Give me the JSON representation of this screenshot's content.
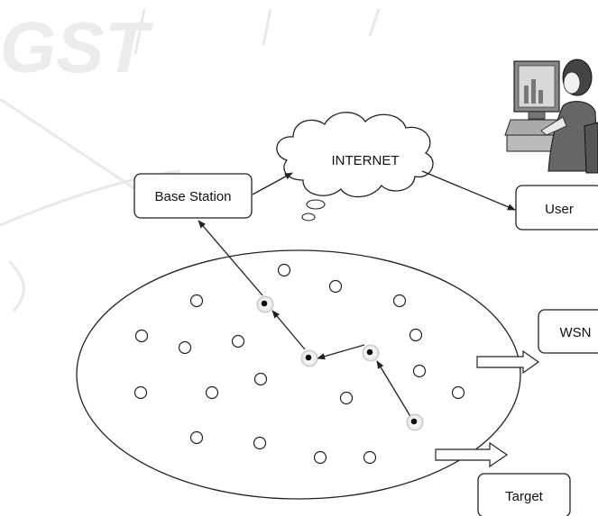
{
  "labels": {
    "base_station": "Base Station",
    "internet": "INTERNET",
    "user": "User",
    "wsn": "WSN",
    "target": "Target"
  },
  "icons": {
    "user_figure": "person-at-computer-icon",
    "arrow": "block-arrow-icon"
  },
  "colors": {
    "line": "#222222",
    "watermark": "#e9e9e9",
    "active_node": "#111111"
  }
}
